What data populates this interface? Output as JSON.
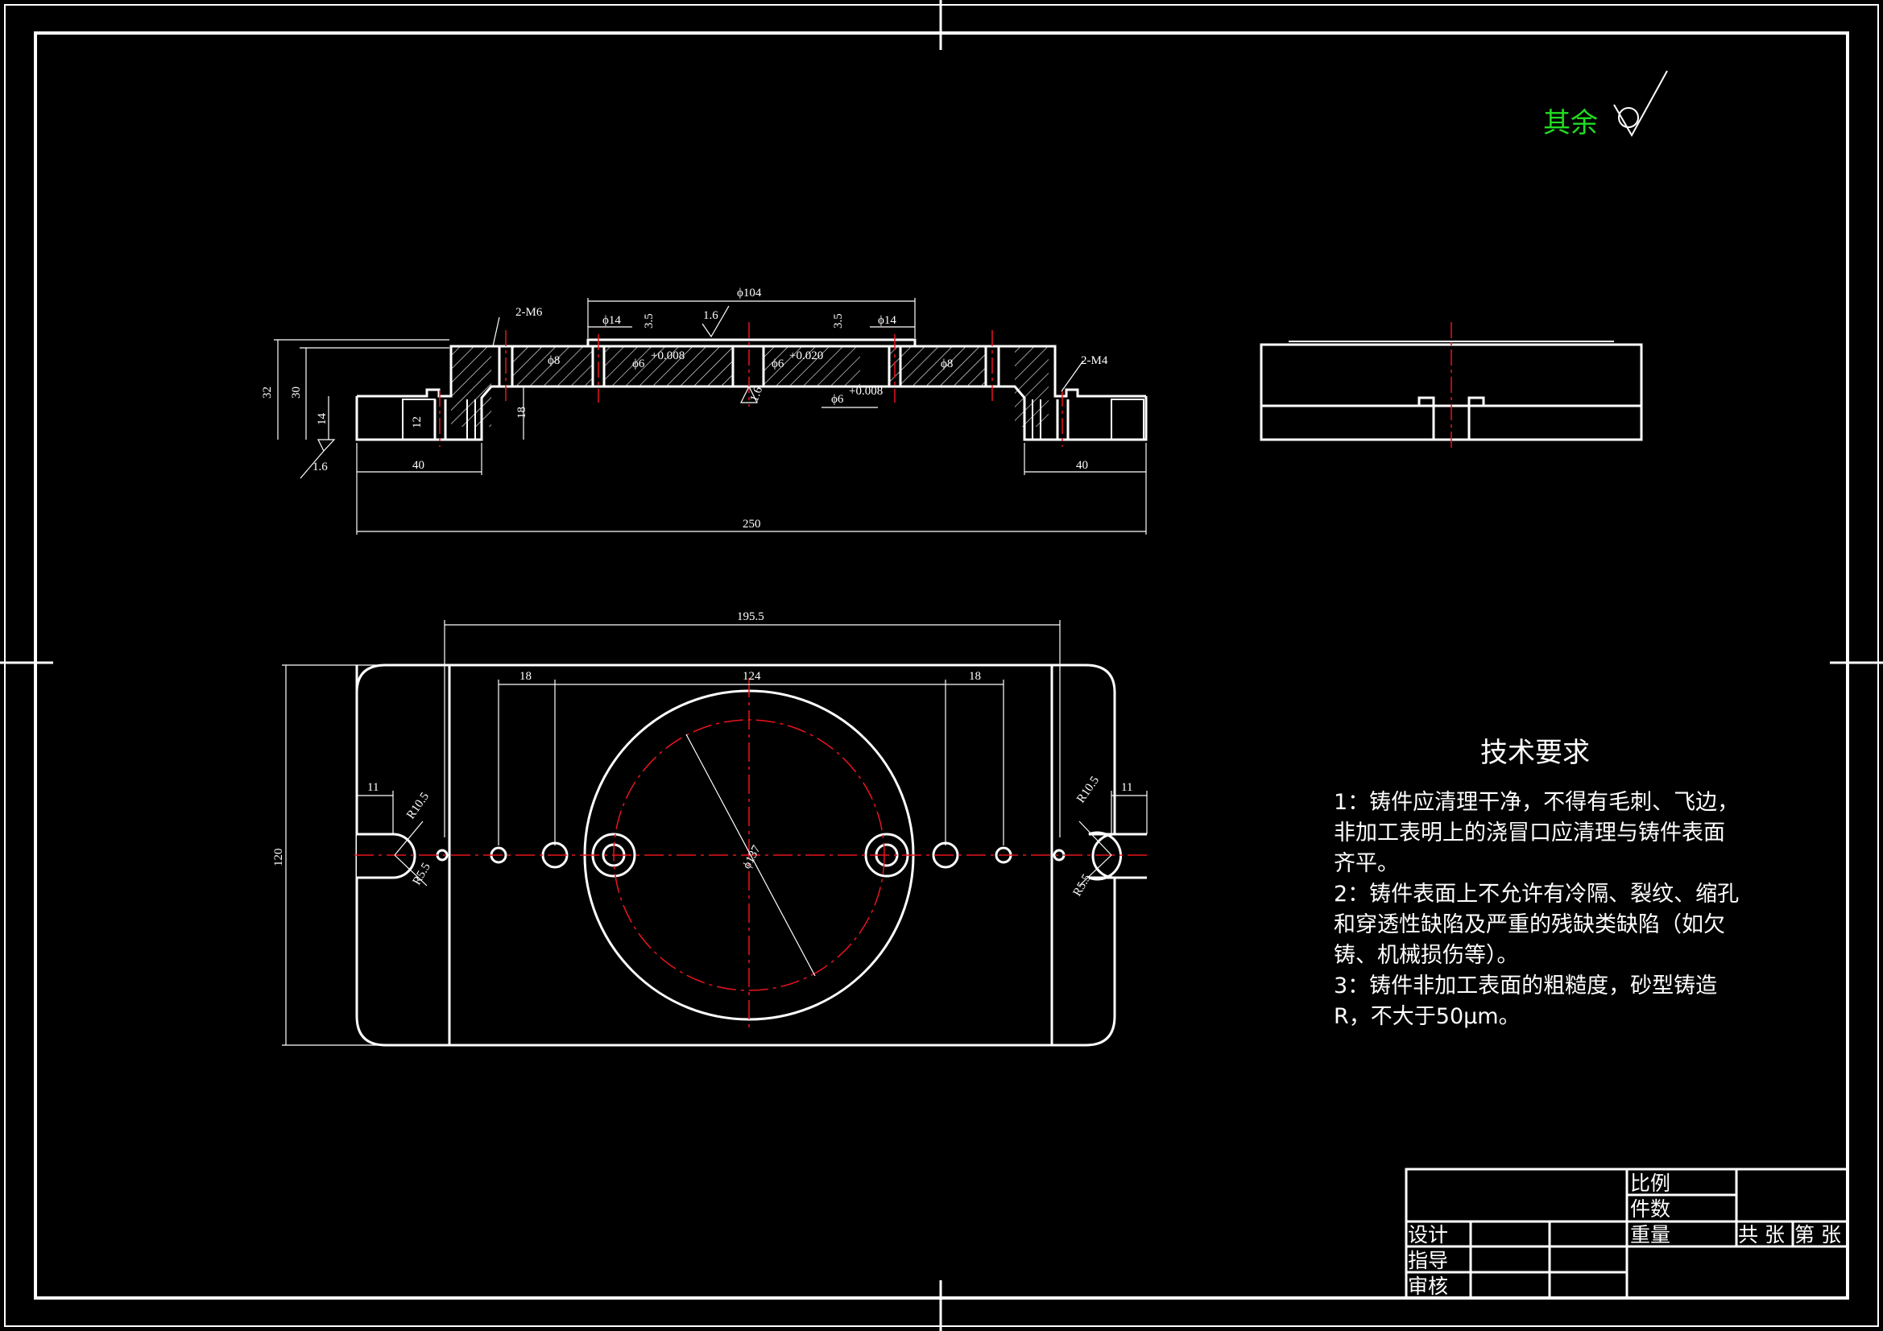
{
  "colors": {
    "line": "#ffffff",
    "center": "#e8141e",
    "accent": "#22dd22",
    "background": "#000000"
  },
  "roughness_other": {
    "text": "其余"
  },
  "front_view": {
    "dims": {
      "phi104": "ϕ104",
      "phi14_left": "ϕ14",
      "phi14_right": "ϕ14",
      "d35_left": "3.5",
      "d35_right": "3.5",
      "ra16_top": "1.6",
      "ra16_center": "1.6",
      "ra16_bottom": "1.6",
      "m6": "2-M6",
      "m4": "2-M4",
      "phi8_left": "ϕ8",
      "phi8_right": "ϕ8",
      "phi6_left": "ϕ6",
      "phi6_left_tol": "+0.008",
      "phi6_center": "ϕ6",
      "phi6_center_tol": "+0.020",
      "phi6_bottom": "ϕ6",
      "phi6_bottom_tol": "+0.008",
      "d32": "32",
      "d30": "30",
      "d14": "14",
      "d12": "12",
      "d18": "18",
      "d40_left": "40",
      "d40_right": "40",
      "d250": "250"
    }
  },
  "plan_view": {
    "dims": {
      "d1955": "195.5",
      "d18_left": "18",
      "d124": "124",
      "d18_right": "18",
      "d120": "120",
      "d11_left": "11",
      "d11_right": "11",
      "r105_left": "R10.5",
      "r105_right": "R10.5",
      "r55_left": "R5.5",
      "r55_right": "R5.5",
      "phi137": "ϕ137"
    }
  },
  "tech_requirements": {
    "title": "技术要求",
    "lines": [
      "1：铸件应清理干净，不得有毛刺、飞边，",
      "非加工表明上的浇冒口应清理与铸件表面",
      "齐平。",
      "2：铸件表面上不允许有冷隔、裂纹、缩孔",
      "和穿透性缺陷及严重的残缺类缺陷（如欠",
      "铸、机械损伤等）。",
      "3：铸件非加工表面的粗糙度，砂型铸造",
      "R，不大于50μm。"
    ]
  },
  "title_block": {
    "scale_label": "比例",
    "quantity_label": "件数",
    "weight_label": "重量",
    "sheets_total": "共  张",
    "sheet_no": "第  张",
    "designer_label": "设计",
    "guide_label": "指导",
    "review_label": "审核"
  }
}
